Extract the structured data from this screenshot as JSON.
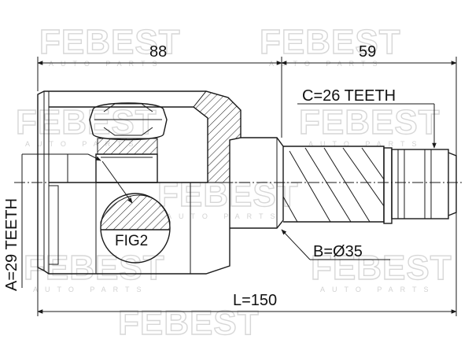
{
  "watermark": {
    "brand": "FEBEST",
    "sub": "AUTO PARTS"
  },
  "dimensions": {
    "body_length": "88",
    "shaft_length": "59",
    "total_length": "L=150",
    "outer_spline": "C=26 TEETH",
    "shaft_diameter": "B=Ø35",
    "inner_spline": "A=29 TEETH"
  },
  "detail_label": "FIG2",
  "colors": {
    "line": "#1a1a1a",
    "watermark": "#d7d7d7",
    "background": "#ffffff"
  }
}
